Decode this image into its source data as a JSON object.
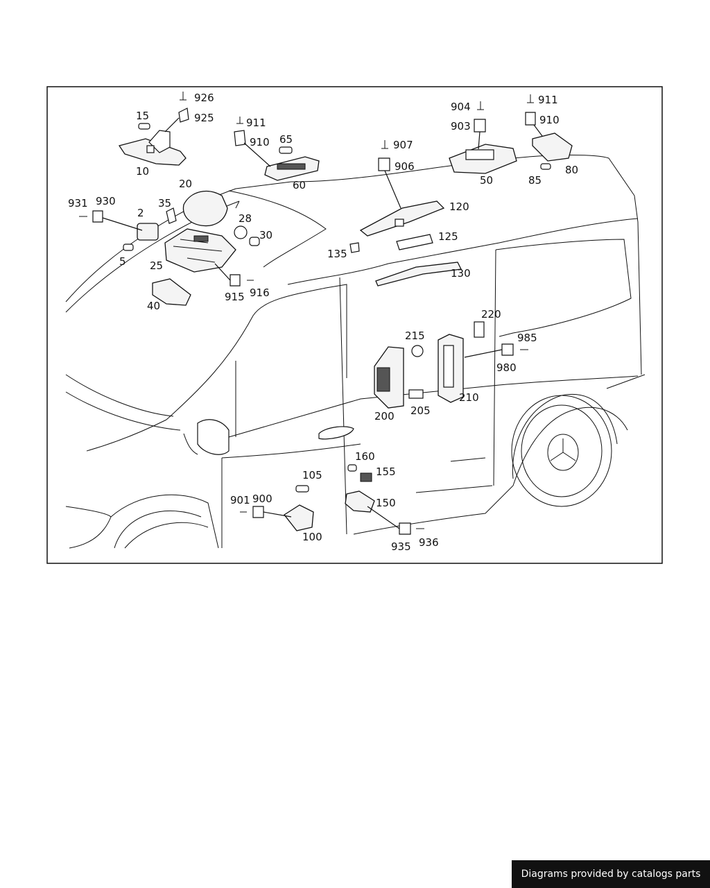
{
  "callouts": [
    "926",
    "925",
    "15",
    "10",
    "911",
    "910",
    "65",
    "60",
    "907",
    "906",
    "904",
    "903",
    "50",
    "911",
    "910",
    "85",
    "80",
    "20",
    "931",
    "930",
    "2",
    "35",
    "28",
    "30",
    "5",
    "25",
    "40",
    "915",
    "916",
    "120",
    "125",
    "135",
    "130",
    "220",
    "215",
    "985",
    "980",
    "210",
    "200",
    "205",
    "160",
    "155",
    "150",
    "105",
    "901",
    "900",
    "100",
    "935",
    "936"
  ],
  "footer": {
    "text": "Diagrams provided by catalogs parts"
  }
}
